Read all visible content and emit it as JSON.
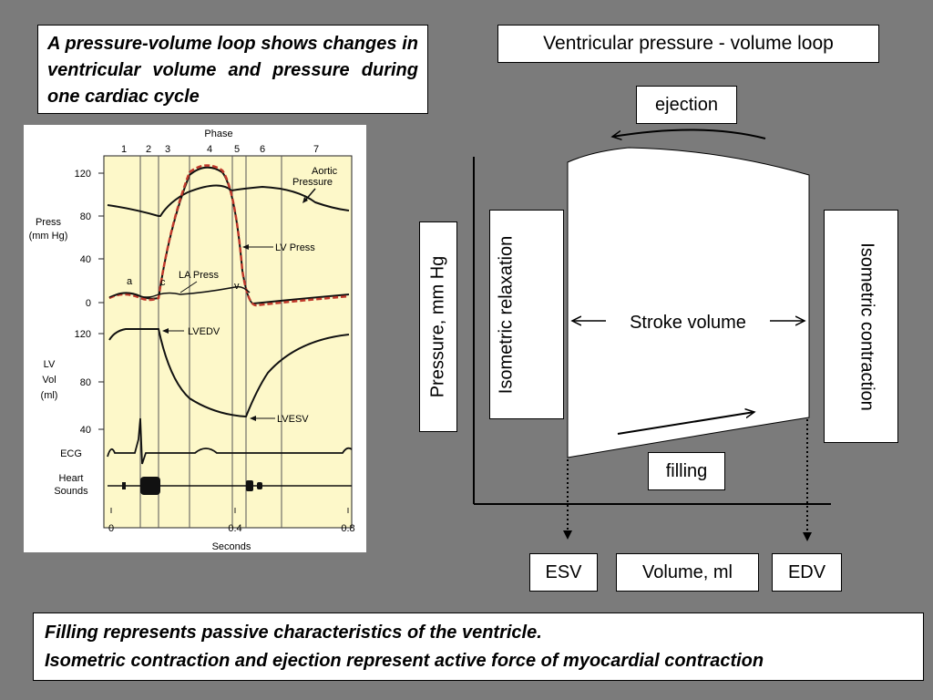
{
  "captions": {
    "top": "A pressure-volume loop shows changes in ventricular volume and pressure during one cardiac cycle",
    "bottom_line1": "Filling represents passive characteristics of the ventricle.",
    "bottom_line2": "Isometric contraction and ejection represent active force of myocardial contraction"
  },
  "loop": {
    "title": "Ventricular pressure - volume loop",
    "ejection": "ejection",
    "filling": "filling",
    "stroke_volume": "Stroke volume",
    "isometric_relaxation": "Isometric relaxation",
    "isometric_contraction": "Isometric contraction",
    "y_axis": "Pressure, mm Hg",
    "x_axis": "Volume, ml",
    "esv": "ESV",
    "edv": "EDV"
  },
  "wiggers": {
    "phase_title": "Phase",
    "phases": [
      "1",
      "2",
      "3",
      "4",
      "5",
      "6",
      "7"
    ],
    "press_label": "Press",
    "press_unit": "(mm Hg)",
    "press_ticks": [
      "120",
      "80",
      "40",
      "0"
    ],
    "vol_label1": "LV",
    "vol_label2": "Vol",
    "vol_unit": "(ml)",
    "vol_ticks": [
      "120",
      "80",
      "40"
    ],
    "ecg": "ECG",
    "heart1": "Heart",
    "heart2": "Sounds",
    "aortic1": "Aortic",
    "aortic2": "Pressure",
    "lv_press": "LV Press",
    "la_press": "LA Press",
    "wave_a": "a",
    "wave_c": "c",
    "wave_v": "v",
    "lvedv": "LVEDV",
    "lvesv": "LVESV",
    "x_ticks": [
      "0",
      "0.4",
      "0.8"
    ],
    "x_label": "Seconds",
    "colors": {
      "panel": "#fdf8c9",
      "lv_press": "#c0392b"
    }
  }
}
